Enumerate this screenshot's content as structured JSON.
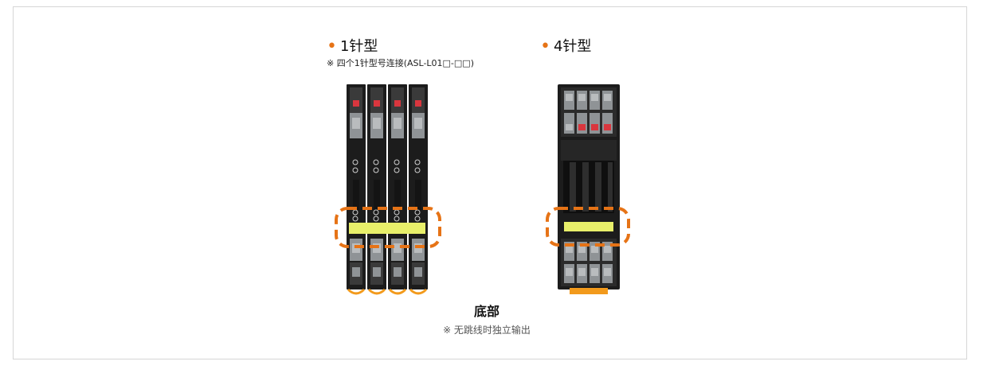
{
  "left_product": {
    "heading": "1针型",
    "note": "※ 四个1针型号连接(ASL-L01□-□□)"
  },
  "right_product": {
    "heading": "4针型"
  },
  "caption": {
    "title": "底部",
    "note": "※ 无跳线时独立输出"
  },
  "colors": {
    "accent": "#e67316",
    "label_strip": "#e8ef6a",
    "release_tab": "#d9363e",
    "housing": "#1c1c1c",
    "terminal": "#8f9396",
    "base_clip": "#f29a1c"
  },
  "icons": [
    "bullet-dot-icon",
    "dashed-highlight-icon"
  ]
}
